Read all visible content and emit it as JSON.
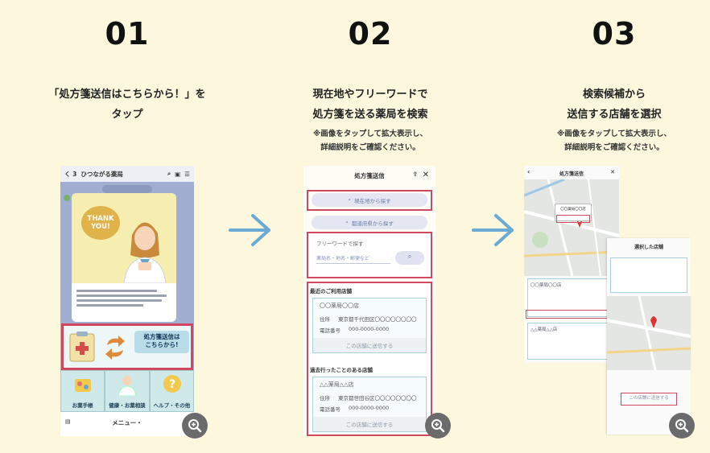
{
  "steps": [
    {
      "num": "01",
      "title_lines": [
        "「処方箋送信はこちらから！」を",
        "タップ"
      ]
    },
    {
      "num": "02",
      "title_lines": [
        "現在地やフリーワードで",
        "処方箋を送る薬局を検索"
      ],
      "note_lines": [
        "※画像をタップして拡大表示し、",
        "詳細説明をご確認ください。"
      ]
    },
    {
      "num": "03",
      "title_lines": [
        "検索候補から",
        "送信する店舗を選択"
      ],
      "note_lines": [
        "※画像をタップして拡大表示し、",
        "詳細説明をご確認ください。"
      ]
    }
  ],
  "phone1": {
    "back": "く 3",
    "title": "ひつながる薬局",
    "bubble": [
      "THANK",
      "YOU!"
    ],
    "banner_text": [
      "処方箋送信は",
      "こちらから!"
    ],
    "menu": [
      "お薬手帳",
      "健康・お薬相談",
      "ヘルプ・その他"
    ],
    "footer": "メニュー・"
  },
  "phone2": {
    "title": "処方箋送信",
    "btn_current": "現在地から探す",
    "btn_prefecture": "都道府県から探す",
    "freeword_label": "フリーワードで探す",
    "freeword_placeholder": "薬局名・地名・郵便など",
    "recent_header": "最近のご利用店舗",
    "shop1_name": "〇〇薬局〇〇店",
    "address_label": "住所",
    "shop1_address": "東京都千代田区〇〇〇〇〇〇〇〇",
    "phone_label": "電話番号",
    "phone_value": "000-0000-0000",
    "send_label": "この店舗に送信する",
    "visited_header": "過去行ったことのある店舗",
    "shop2_name": "△△薬局△△店",
    "shop2_address": "東京都世田谷区〇〇〇〇〇〇〇〇"
  },
  "phone3": {
    "title": "処方箋送信",
    "shop1": "〇〇薬局〇〇店",
    "shop2": "△△薬局△△店"
  },
  "phone4": {
    "title": "選択した店舗",
    "send_label": "この店舗に送信する"
  },
  "colors": {
    "background": "#fcf7dd",
    "arrow": "#6aaad4",
    "highlight": "#d1485e",
    "zoom": "#6b6b6b"
  },
  "icons": [
    "zoom-in-icon",
    "arrow-right-icon",
    "search-icon",
    "close-icon",
    "share-icon"
  ]
}
